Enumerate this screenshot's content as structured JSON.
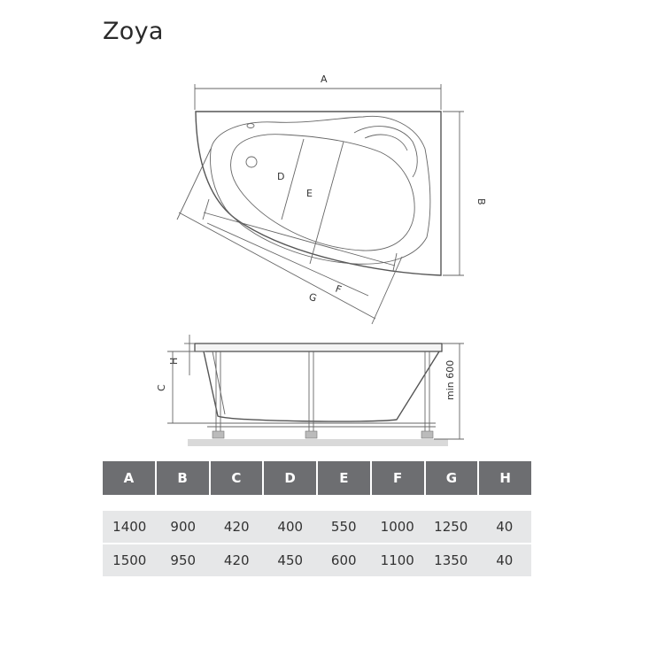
{
  "title": "Zoya",
  "dimension_labels": {
    "a": "A",
    "b": "B",
    "c": "C",
    "d": "D",
    "e": "E",
    "f": "F",
    "g": "G",
    "h": "H",
    "min_height": "min 600"
  },
  "table": {
    "headers": [
      "A",
      "B",
      "C",
      "D",
      "E",
      "F",
      "G",
      "H"
    ],
    "rows": [
      [
        "1400",
        "900",
        "420",
        "400",
        "550",
        "1000",
        "1250",
        "40"
      ],
      [
        "1500",
        "950",
        "420",
        "450",
        "600",
        "1100",
        "1350",
        "40"
      ]
    ]
  }
}
